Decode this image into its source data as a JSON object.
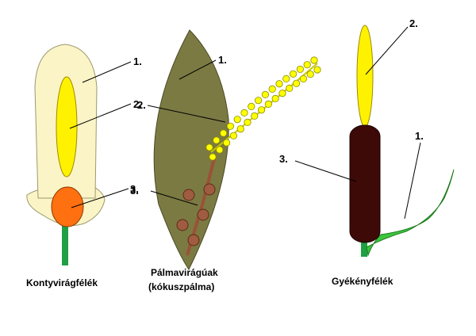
{
  "panels": [
    {
      "caption": [
        "Kontyvirágfélék"
      ],
      "labels": [
        "1.",
        "2.",
        "3."
      ]
    },
    {
      "caption": [
        "Pálmavirágúak",
        "(kókuszpálma)"
      ],
      "labels": [
        "1.",
        "2.",
        "3."
      ]
    },
    {
      "caption": [
        "Gyékényfélék"
      ],
      "labels": [
        "1.",
        "2.",
        "3."
      ]
    }
  ],
  "colors": {
    "spathe_pale": "#fbf4c7",
    "spadix_yellow": "#fff200",
    "flower_orange": "#ff7010",
    "stem_green": "#1fa044",
    "palm_spathe": "#7b7a43",
    "palm_branch": "#9a5236",
    "palm_fruit": "#a05c40",
    "palm_flower_yellow": "#ffff00",
    "cattail_brown": "#3d0a08",
    "leaf_green": "#3ec43e"
  }
}
